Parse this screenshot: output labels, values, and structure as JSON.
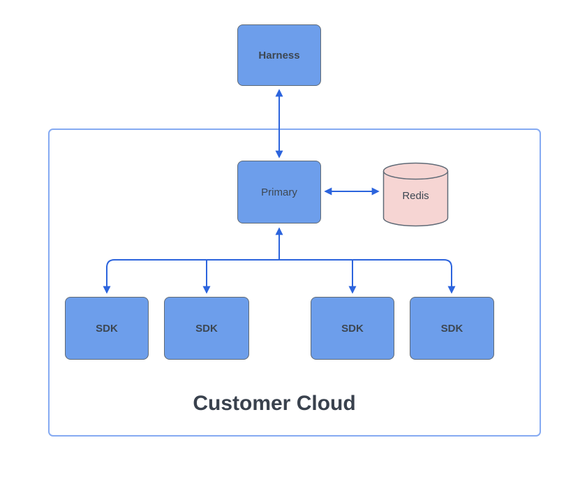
{
  "diagram": {
    "container": {
      "label": "Customer Cloud"
    },
    "nodes": {
      "harness": {
        "label": "Harness",
        "shape": "rounded-rect",
        "fill": "#6d9eeb"
      },
      "primary": {
        "label": "Primary",
        "shape": "rounded-rect",
        "fill": "#6d9eeb"
      },
      "redis": {
        "label": "Redis",
        "shape": "cylinder",
        "fill": "#f6d5d3"
      },
      "sdk1": {
        "label": "SDK",
        "shape": "rounded-rect",
        "fill": "#6d9eeb"
      },
      "sdk2": {
        "label": "SDK",
        "shape": "rounded-rect",
        "fill": "#6d9eeb"
      },
      "sdk3": {
        "label": "SDK",
        "shape": "rounded-rect",
        "fill": "#6d9eeb"
      },
      "sdk4": {
        "label": "SDK",
        "shape": "rounded-rect",
        "fill": "#6d9eeb"
      }
    },
    "edges": [
      {
        "from": "harness",
        "to": "primary",
        "arrows": "both"
      },
      {
        "from": "primary",
        "to": "redis",
        "arrows": "both"
      },
      {
        "from": "primary",
        "to": [
          "sdk1",
          "sdk2",
          "sdk3",
          "sdk4"
        ],
        "style": "tree",
        "arrows": "up-into-primary-and-down-into-each-sdk"
      }
    ],
    "colors": {
      "node_fill": "#6d9eeb",
      "node_stroke": "#5f6a76",
      "redis_fill": "#f6d5d3",
      "arrow": "#2c64dd",
      "container_border": "#85aaf2",
      "label_text": "#3d4752",
      "title_text": "#39414d"
    }
  }
}
